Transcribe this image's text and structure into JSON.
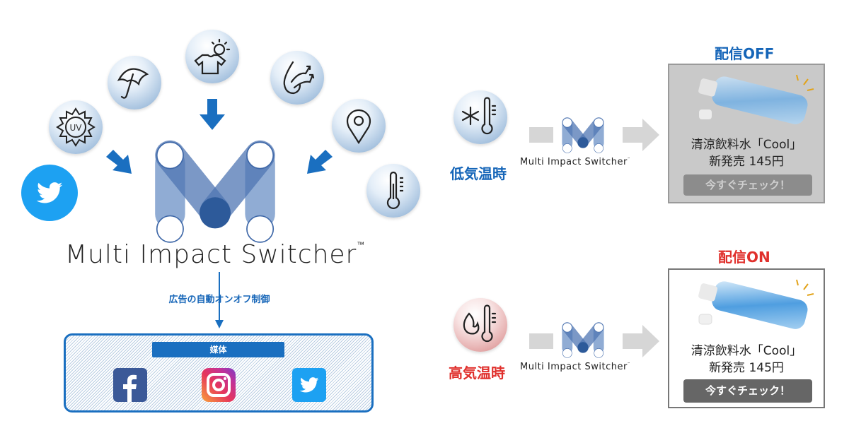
{
  "main_logo": {
    "name": "Multi Impact Switcher",
    "tm": "™"
  },
  "inputs": {
    "icons": [
      "twitter-icon",
      "uv-icon",
      "umbrella-icon",
      "shirt-sun-icon",
      "humidity-icon",
      "location-pin-icon",
      "thermometer-icon"
    ],
    "uv_text": "UV"
  },
  "control_label": "広告の自動オンオフ制御",
  "media": {
    "header": "媒体",
    "icons": [
      "facebook-icon",
      "instagram-icon",
      "twitter-icon"
    ]
  },
  "colors": {
    "accent": "#1a6fc0",
    "off": "#1565b8",
    "on": "#e0302c",
    "twitter": "#1da1f2",
    "facebook": "#3b5998"
  },
  "scenarios": [
    {
      "condition": "低気温時",
      "switcher": "Multi Impact Switcher",
      "tm": "™",
      "status": "配信OFF",
      "ad": {
        "product": "清涼飲料水「Cool」",
        "price_line": "新発売 145円",
        "button": "今すぐチェック！"
      }
    },
    {
      "condition": "高気温時",
      "switcher": "Multi Impact Switcher",
      "tm": "™",
      "status": "配信ON",
      "ad": {
        "product": "清涼飲料水「Cool」",
        "price_line": "新発売 145円",
        "button": "今すぐチェック！"
      }
    }
  ]
}
